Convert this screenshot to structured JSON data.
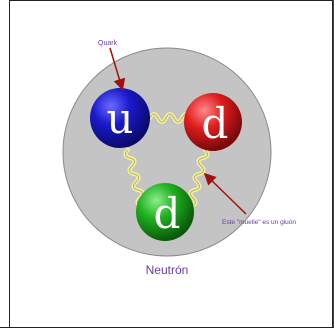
{
  "diagram": {
    "quark_label": "Quark",
    "gluon_label": "Este \"muelle\" es un gluón",
    "title": "Neutrón",
    "quarks": [
      {
        "letter": "u",
        "color": "blue"
      },
      {
        "letter": "d",
        "color": "red"
      },
      {
        "letter": "d",
        "color": "green"
      }
    ]
  },
  "colors": {
    "nucleus": "#c4c4c4",
    "blue_quark": "#1a1acc",
    "red_quark": "#d81818",
    "green_quark": "#18a818",
    "spring": "#f5f0a0",
    "arrow": "#a01010",
    "title_text": "#6a3aa8"
  }
}
